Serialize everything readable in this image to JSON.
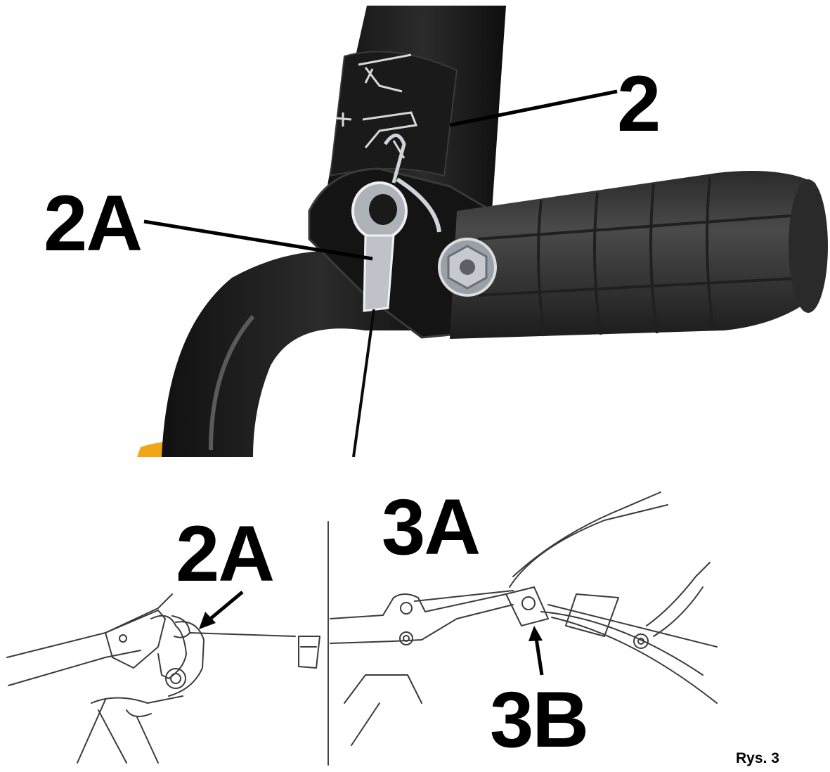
{
  "photo_callouts": {
    "label_2": "2",
    "label_2a": "2A"
  },
  "drawing_callouts": {
    "label_2a": "2A",
    "label_3a": "3A",
    "label_3b": "3B"
  },
  "figure_caption": "Rys. 3",
  "colors": {
    "tube_black": "#1c1c1c",
    "grip_gray": "#3a3a3a",
    "accent_orange": "#f2a516",
    "metal": "#b8bcc2",
    "line_art": "#3b3b3b"
  }
}
